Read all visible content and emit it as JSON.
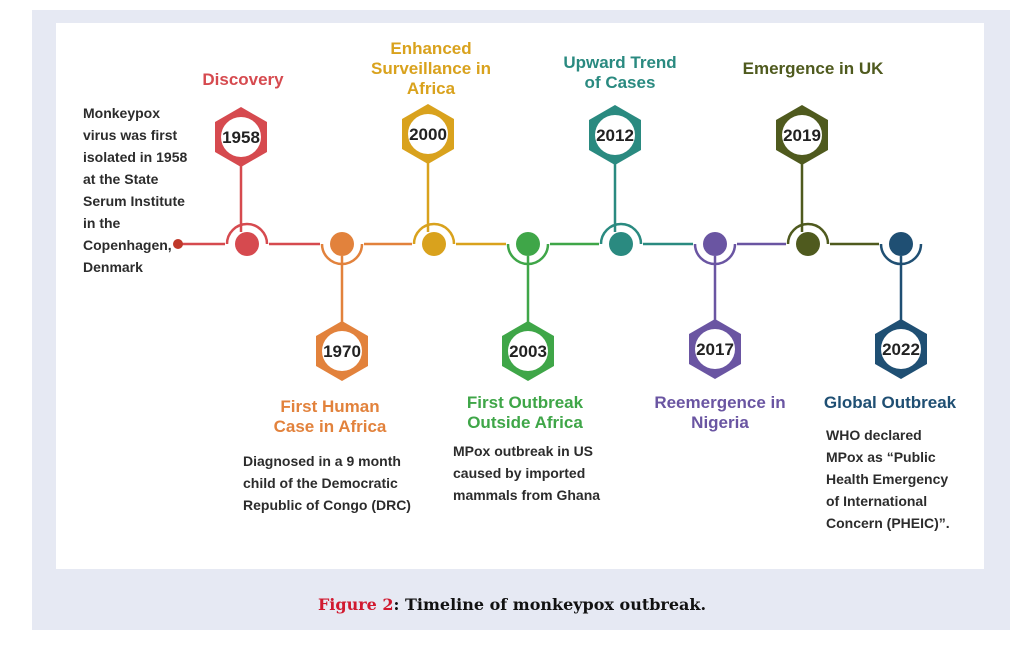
{
  "milestones": [
    {
      "year": "1958",
      "title": "Discovery",
      "color": "#d64a4f"
    },
    {
      "year": "1970",
      "title": "First Human\nCase in Africa",
      "color": "#e2823c",
      "desc": "Diagnosed in a 9 month child of the Democratic Republic of Congo (DRC)"
    },
    {
      "year": "2000",
      "title": "Enhanced\nSurveillance in\nAfrica",
      "color": "#d9a21d"
    },
    {
      "year": "2003",
      "title": "First Outbreak\nOutside Africa",
      "color": "#3fa648",
      "desc": "MPox outbreak in US caused by imported mammals from Ghana"
    },
    {
      "year": "2012",
      "title": "Upward Trend\nof Cases",
      "color": "#2a8a80"
    },
    {
      "year": "2017",
      "title": "Reemergence in\nNigeria",
      "color": "#6a55a2"
    },
    {
      "year": "2019",
      "title": "Emergence in UK",
      "color": "#4f5a1e"
    },
    {
      "year": "2022",
      "title": "Global Outbreak",
      "color": "#1f4f73",
      "desc": "WHO declared MPox as “Public Health Emergency of International Concern (PHEIC)”."
    }
  ],
  "intro_text": "Monkeypox virus was first isolated in 1958 at the State Serum Institute in the Copenhagen, Denmark",
  "caption": {
    "label": "Figure 2",
    "sep": ": ",
    "text": "Timeline of monkeypox outbreak",
    "end": "."
  },
  "start_dot_color": "#c0392b"
}
